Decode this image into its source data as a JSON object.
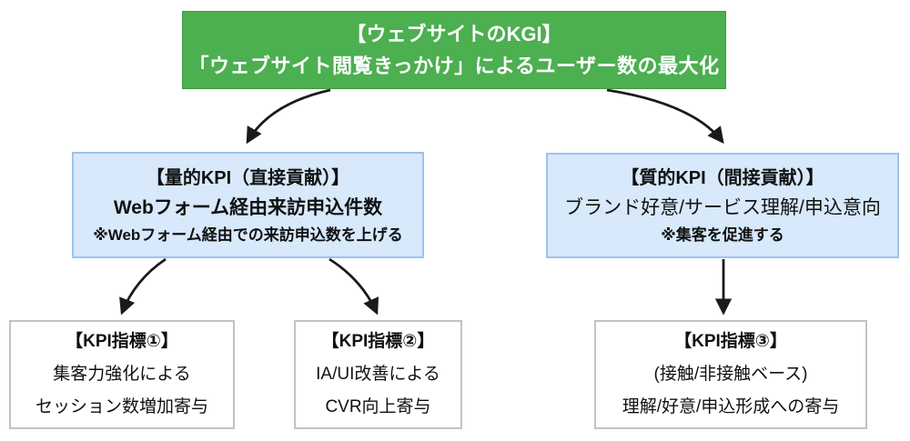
{
  "colors": {
    "kgi_fill": "#4caf50",
    "kgi_border": "#3d9b47",
    "kgi_text": "#ffffff",
    "kpi_fill": "#d7e9fb",
    "kpi_border": "#9cc2f0",
    "ind_fill": "#ffffff",
    "ind_border": "#c2c2c2",
    "arrow": "#1a1a1a",
    "text": "#111111"
  },
  "kgi": {
    "title": "【ウェブサイトのKGI】",
    "subtitle": "「ウェブサイト閲覧きっかけ」によるユーザー数の最大化"
  },
  "quantitative_kpi": {
    "heading": "【量的KPI（直接貢献）】",
    "metric": "Webフォーム経由来訪申込件数",
    "note": "※Webフォーム経由での来訪申込数を上げる"
  },
  "qualitative_kpi": {
    "heading": "【質的KPI（間接貢献）】",
    "metric": "ブランド好意/サービス理解/申込意向",
    "note": "※集客を促進する"
  },
  "indicators": [
    {
      "heading": "【KPI指標①】",
      "line1": "集客力強化による",
      "line2": "セッション数増加寄与"
    },
    {
      "heading": "【KPI指標②】",
      "line1": "IA/UI改善による",
      "line2": "CVR向上寄与"
    },
    {
      "heading": "【KPI指標③】",
      "line1": "(接触/非接触ベース)",
      "line2": "理解/好意/申込形成への寄与"
    }
  ]
}
